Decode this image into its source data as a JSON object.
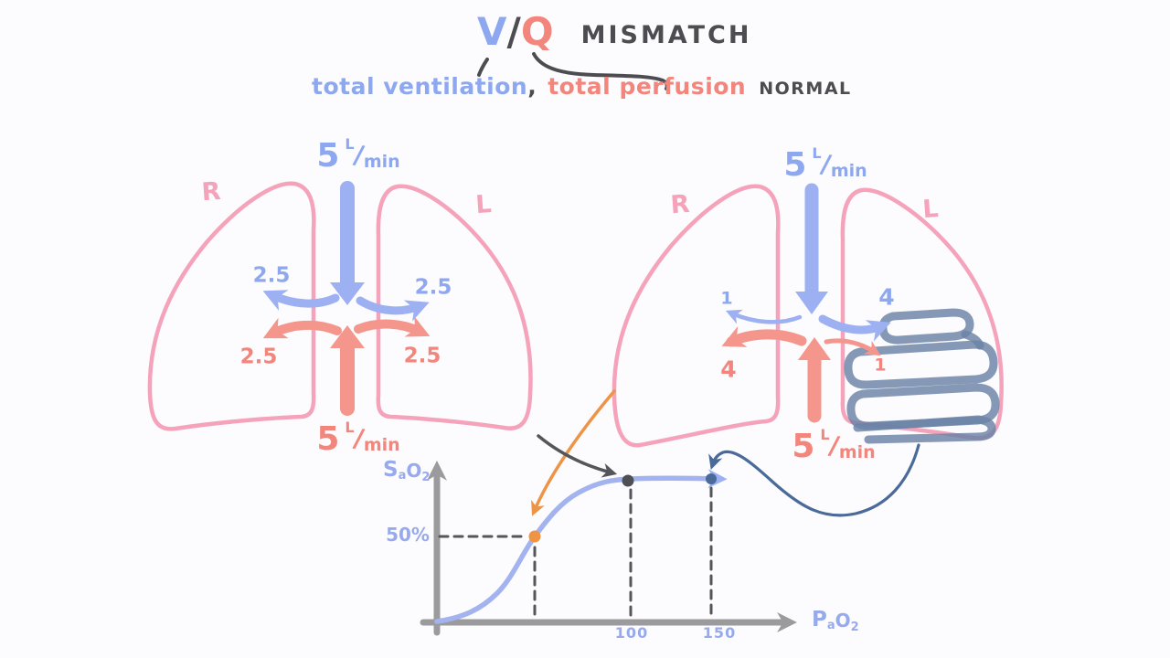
{
  "colors": {
    "ventilation_blue": "#8ea8f0",
    "perfusion_salmon": "#f2867c",
    "lung_pink": "#f5a3bb",
    "ink_dark": "#4c4c51",
    "accent_orange": "#ed9446",
    "steel_blue": "#4a6b99",
    "axis_gray": "#9b9b9d",
    "curve_blue": "#a3b3f0",
    "background": "#fcfbfe"
  },
  "title": {
    "v": "V",
    "slash": "/",
    "q": "Q",
    "mismatch": "MISMATCH"
  },
  "subtitle": {
    "ventilation": "total ventilation",
    "comma": ",",
    "perfusion": "total perfusion",
    "normal": "NORMAL"
  },
  "diagram_normal": {
    "label_right": "R",
    "label_left": "L",
    "ventilation_total": {
      "value": "5",
      "sup": "L",
      "slash": "/",
      "denom": "min"
    },
    "perfusion_total": {
      "value": "5",
      "sup": "L",
      "slash": "/",
      "denom": "min"
    },
    "ventilation_split": {
      "r_lung": "2.5",
      "l_lung": "2.5"
    },
    "perfusion_split": {
      "r_lung": "2.5",
      "l_lung": "2.5"
    }
  },
  "diagram_mismatch": {
    "label_right": "R",
    "label_left": "L",
    "ventilation_total": {
      "value": "5",
      "sup": "L",
      "slash": "/",
      "denom": "min"
    },
    "perfusion_total": {
      "value": "5",
      "sup": "L",
      "slash": "/",
      "denom": "min"
    },
    "ventilation_split": {
      "r_lung": "1",
      "l_lung": "4"
    },
    "perfusion_split": {
      "r_lung": "4",
      "l_lung": "1"
    }
  },
  "chart": {
    "y_label": {
      "letter": "S",
      "sub": "a",
      "letter2": "O",
      "sub2": "2"
    },
    "x_label": {
      "letter": "P",
      "sub": "a",
      "letter2": "O",
      "sub2": "2"
    },
    "y_tick": "50%",
    "x_ticks": [
      "100",
      "150"
    ]
  },
  "chart_data": {
    "type": "line",
    "xlabel": "PaO2",
    "ylabel": "SaO2",
    "curve_shape": "sigmoid oxygen-hemoglobin dissociation curve",
    "x_ticks": [
      100,
      150
    ],
    "y_ticks": [
      "50%"
    ],
    "x_axis_arrow": true,
    "grid": false,
    "marked_points": [
      {
        "marker_color": "orange",
        "sao2": "50%",
        "pao2_labeled": false
      },
      {
        "marker_color": "dark_gray",
        "pao2": 100
      },
      {
        "marker_color": "steel_blue",
        "pao2": 150
      }
    ]
  }
}
